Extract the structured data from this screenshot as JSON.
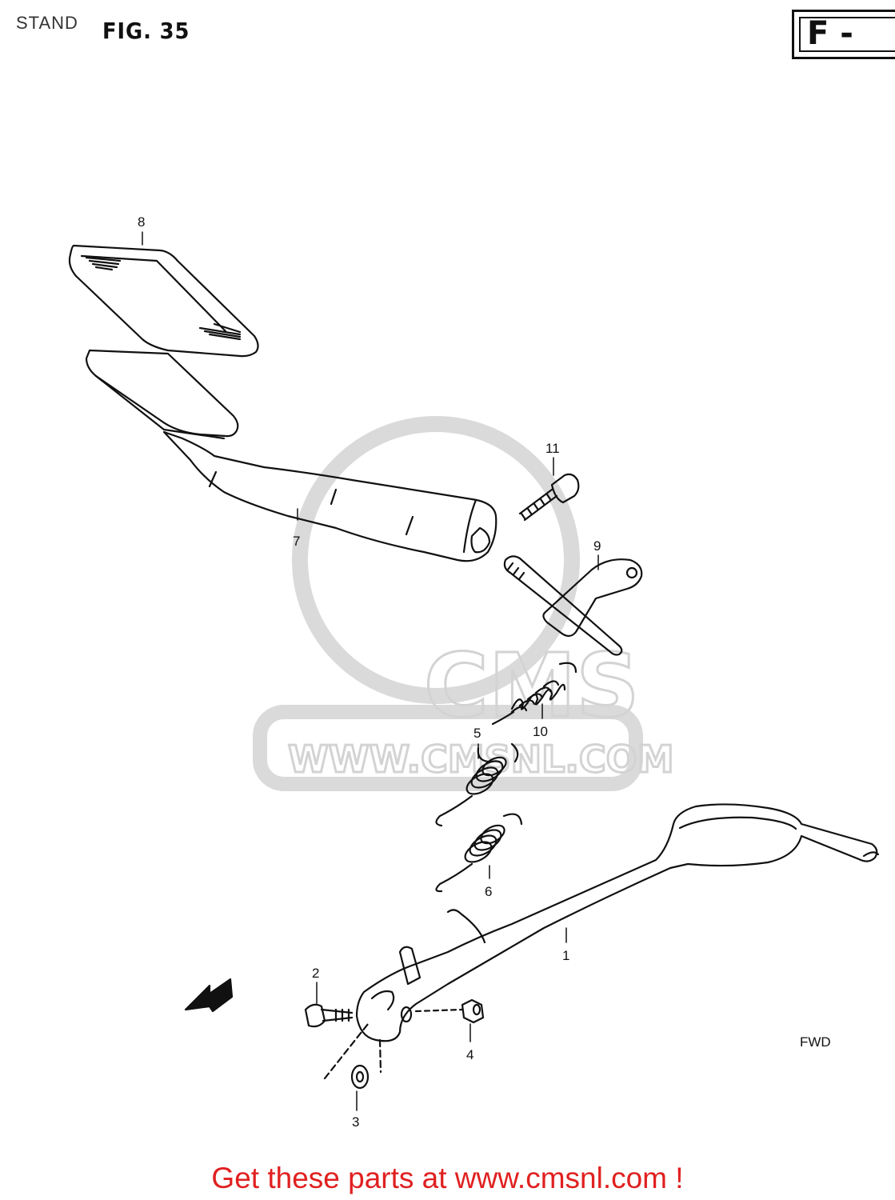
{
  "header": {
    "section": "STAND",
    "figure": "FIG. 35",
    "page_code": "F - "
  },
  "watermark": {
    "brand": "CMS",
    "url": "WWW.CMSNL.COM"
  },
  "fwd_label": "FWD",
  "callouts": [
    "1",
    "2",
    "3",
    "4",
    "5",
    "6",
    "7",
    "8",
    "9",
    "10",
    "11"
  ],
  "footer": {
    "text": "Get these parts at www.cmsnl.com !"
  },
  "colors": {
    "line": "#111111",
    "watermark": "#cfcfcf",
    "footer": "#e02020"
  }
}
